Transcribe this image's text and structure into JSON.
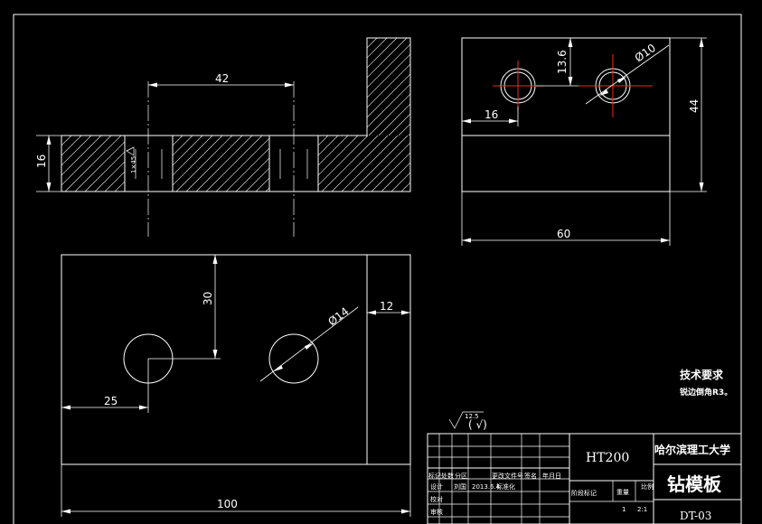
{
  "dimensions": {
    "d42": "42",
    "d16_left": "16",
    "d13_6": "13.6",
    "d10": "Ø10",
    "d16_top": "16",
    "d44": "44",
    "d60": "60",
    "d30": "30",
    "d14": "Ø14",
    "d12": "12",
    "d25": "25",
    "d100": "100",
    "tol_mark": "1×45"
  },
  "notes": {
    "tech_title": "技术要求",
    "tech_line1": "锐边倒角R3。",
    "roughness_mark": "12.5",
    "roughness_paren": "(   √)"
  },
  "title_block": {
    "material": "HT200",
    "university": "哈尔滨理工大学",
    "part_name": "钻模板",
    "drawing_no": "DT-03",
    "stage_label": "阶段标记",
    "weight_label": "重量",
    "scale_label": "比例",
    "scale_value": "2:1",
    "qty_value": "1",
    "header_labels": [
      "标记",
      "处数",
      "分区",
      "更改文件号",
      "签名",
      "年月日"
    ],
    "row_design": "设计",
    "designer": "刘国",
    "design_date": "2013.6.4",
    "design_std": "标准化",
    "row_check": "校对",
    "row_review": "审核"
  }
}
